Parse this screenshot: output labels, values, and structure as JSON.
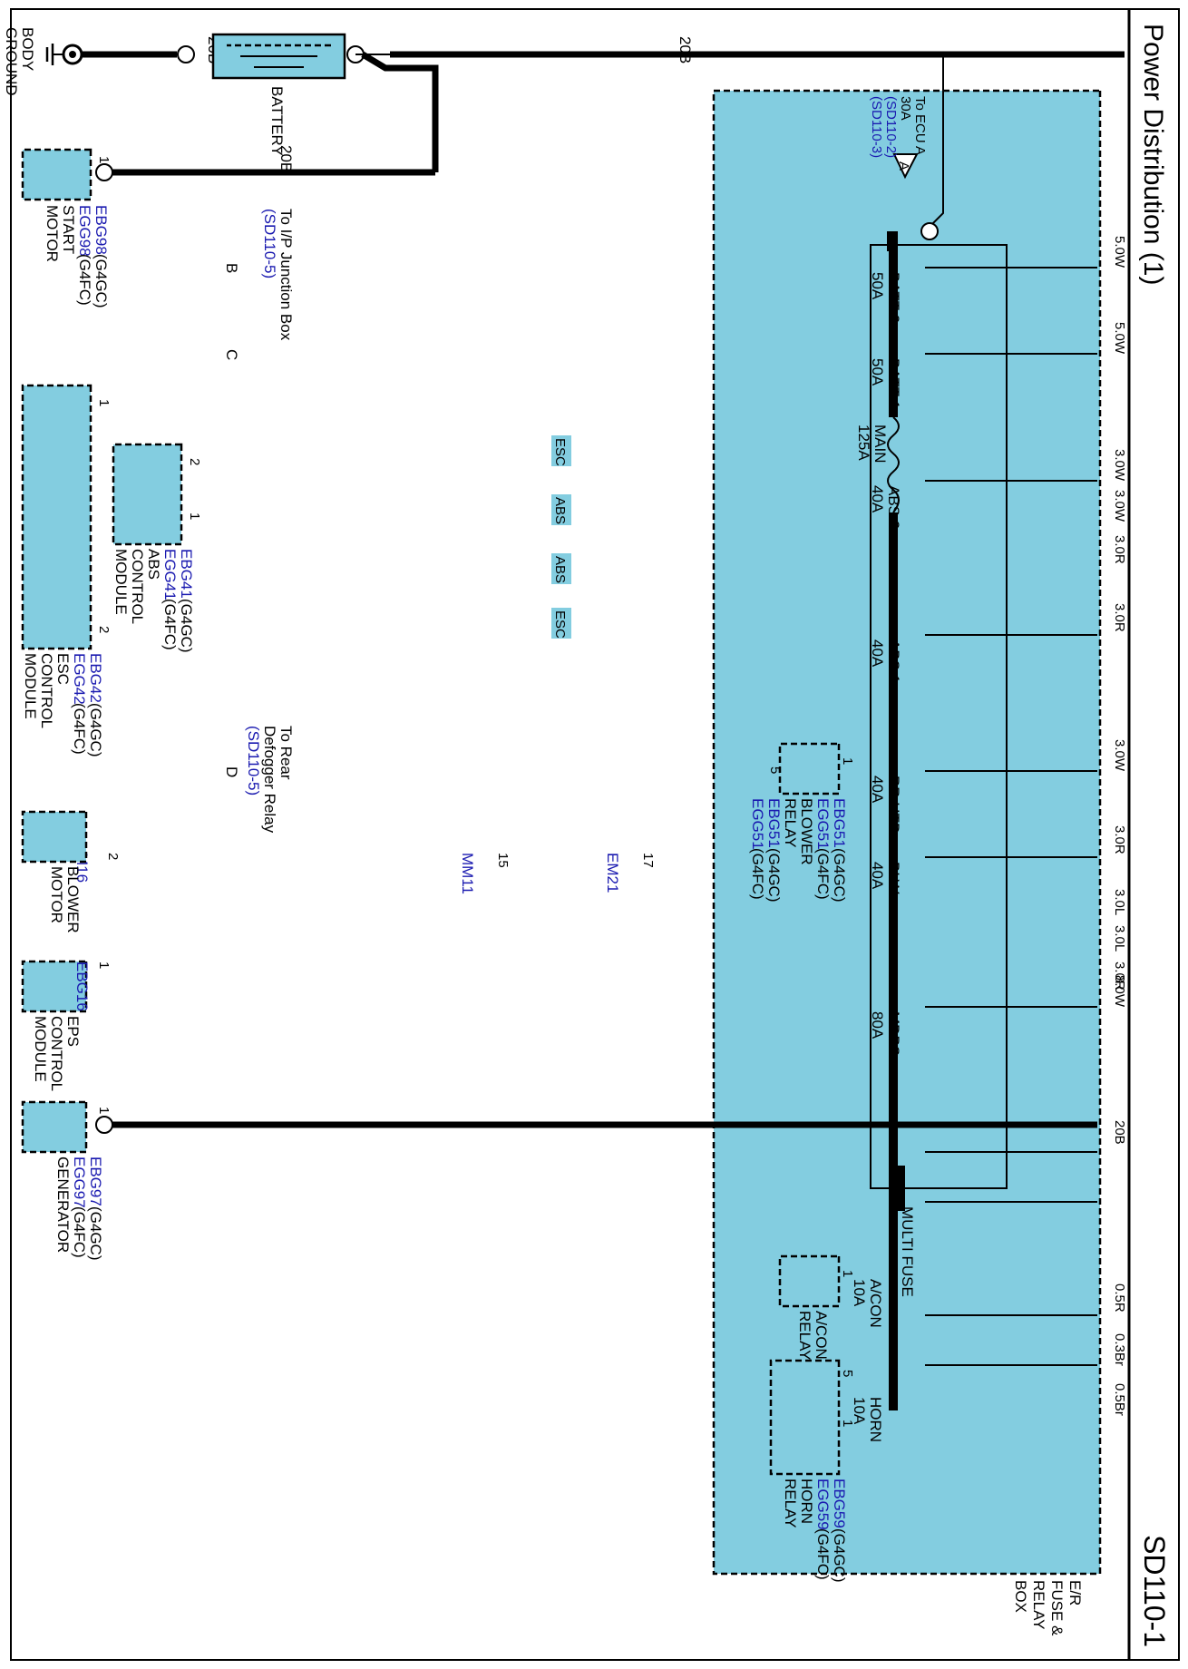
{
  "title": "Power Distribution (1)",
  "sheet_id": "SD110-1",
  "box_name": [
    "E/R",
    "FUSE &",
    "RELAY",
    "BOX"
  ],
  "battery": {
    "label": "BATTERY",
    "wire_left": "20B",
    "wire_right": "20B"
  },
  "body_ground": [
    "BODY",
    "GROUND"
  ],
  "start_motor": {
    "pin": "1",
    "wire": "20B",
    "conn1": "EBG98",
    "conn1_var": "(G4GC)",
    "conn2": "EGG98",
    "conn2_var": "(G4FC)",
    "name": [
      "START",
      "MOTOR"
    ]
  },
  "ecu_a": {
    "name": [
      "To ECU A",
      "30A"
    ],
    "ref1": "(SD110-2)",
    "ref2": "(SD110-3)",
    "letter": "A"
  },
  "fuses": {
    "batt2": [
      "BATT 2",
      "50A"
    ],
    "batt1": [
      "BATT 1",
      "50A"
    ],
    "main": [
      "MAIN",
      "125A"
    ],
    "abs2": [
      "ABS 2",
      "40A"
    ],
    "abs1": [
      "ABS 1",
      "40A"
    ],
    "rrhtd": [
      "RR HTD",
      "40A"
    ],
    "blw": [
      "BLW",
      "40A"
    ],
    "mdps": [
      "MDPS",
      "80A"
    ],
    "acon": [
      "A/CON",
      "10A"
    ],
    "horn": [
      "HORN",
      "10A"
    ]
  },
  "multi_fuse": "MULTI FUSE",
  "wires": {
    "batt2": "5.0W",
    "batt1": "5.0W",
    "esc_top": "3.0W",
    "abs_top": "3.0W",
    "abs_bottom": "3.0R",
    "esc_bottom": "3.0R",
    "rrhtd": "3.0W",
    "blw": "3.0R",
    "blower_out1": "3.0L",
    "blower_out2": "3.0L",
    "blower_out3": "3.0R",
    "mdps": "8.0W",
    "generator": "20B",
    "acon": "0.5R",
    "horn1": "0.3Br",
    "horn2": "0.5Br"
  },
  "ip_junction": {
    "letters": [
      "B",
      "C"
    ],
    "name": [
      "To I/P Junction Box"
    ],
    "ref": "(SD110-5)"
  },
  "rear_defogger": {
    "letter": "D",
    "name": [
      "To Rear",
      "Defogger Relay"
    ],
    "ref": "(SD110-5)"
  },
  "tags": {
    "esc": "ESC",
    "abs": "ABS"
  },
  "abs_module": {
    "pin_top": "2",
    "pin_bottom": "1",
    "conn1": "EBG41",
    "conn1_var": "(G4GC)",
    "conn2": "EGG41",
    "conn2_var": "(G4FC)",
    "name": [
      "ABS",
      "CONTROL",
      "MODULE"
    ]
  },
  "esc_module": {
    "pin_top": "1",
    "pin_bottom": "2",
    "conn1": "EBG42",
    "conn1_var": "(G4GC)",
    "conn2": "EGG42",
    "conn2_var": "(G4FC)",
    "name": [
      "ESC",
      "CONTROL",
      "MODULE"
    ]
  },
  "blower_relay": {
    "pin_in": "1",
    "pin_out": "5",
    "conn_in1": "EBG51",
    "conn_in1_var": "(G4GC)",
    "conn_in2": "EGG51",
    "conn_in2_var": "(G4FC)",
    "conn_out1": "EBG51",
    "conn_out1_var": "(G4GC)",
    "conn_out2": "EGG51",
    "conn_out2_var": "(G4FC)",
    "name": [
      "BLOWER",
      "RELAY"
    ]
  },
  "connectors": {
    "em21": {
      "pin": "17",
      "name": "EM21"
    },
    "mm11": {
      "pin": "15",
      "name": "MM11"
    },
    "m16": {
      "pin": "2",
      "name": "M16"
    }
  },
  "blower_motor": {
    "name": [
      "BLOWER",
      "MOTOR"
    ]
  },
  "eps_module": {
    "pin": "1",
    "conn": "EBG16",
    "name": [
      "EPS",
      "CONTROL",
      "MODULE"
    ]
  },
  "generator": {
    "pin": "1",
    "conn1": "EBG97",
    "conn1_var": "(G4GC)",
    "conn2": "EGG97",
    "conn2_var": "(G4FC)",
    "name": "GENERATOR"
  },
  "acon_relay": {
    "pin": "1",
    "name": [
      "A/CON",
      "RELAY"
    ]
  },
  "horn_relay": {
    "pin_top": "5",
    "pin_bottom": "1",
    "conn1": "EBG59",
    "conn1_var": "(G4GC)",
    "conn2": "EGG59",
    "conn2_var": "(G4FC)",
    "name": [
      "HORN",
      "RELAY"
    ]
  }
}
